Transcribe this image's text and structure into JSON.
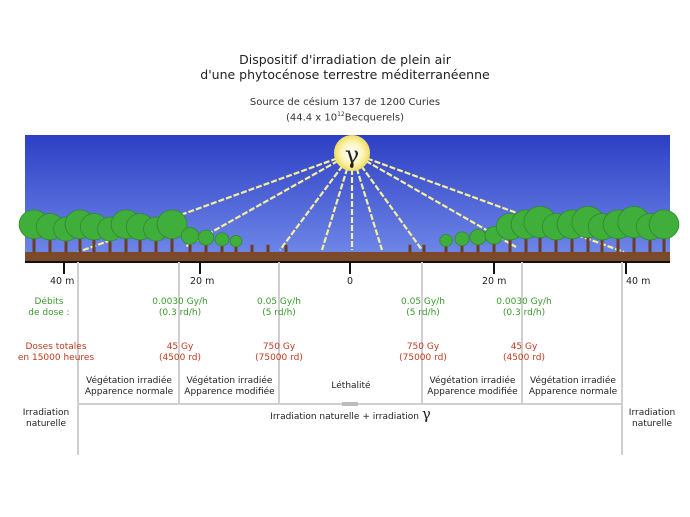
{
  "title": {
    "line1": "Dispositif d'irradiation de plein air",
    "line2": "d'une phytocénose terrestre méditerranéenne"
  },
  "source": {
    "line1": "Source de césium 137 de 1200 Curies",
    "line2_prefix": "(44.4 x 10",
    "line2_exponent": "12",
    "line2_suffix": "Becquerels)"
  },
  "gamma_symbol": "γ",
  "distance_labels": {
    "left_40": "40 m",
    "left_20": "20 m",
    "center_0": "0",
    "right_20": "20 m",
    "right_40": "40 m"
  },
  "dose_rate": {
    "label_line1": "Débits",
    "label_line2": "de dose :",
    "outer_left": {
      "line1": "0.0030 Gy/h",
      "line2": "(0.3 rd/h)"
    },
    "inner_left": {
      "line1": "0.05 Gy/h",
      "line2": "(5 rd/h)"
    },
    "inner_right": {
      "line1": "0.05 Gy/h",
      "line2": "(5 rd/h)"
    },
    "outer_right": {
      "line1": "0.0030 Gy/h",
      "line2": "(0.3 rd/h)"
    }
  },
  "total_dose": {
    "label_line1": "Doses totales",
    "label_line2": "en 15000 heures",
    "outer_left": {
      "line1": "45 Gy",
      "line2": "(4500 rd)"
    },
    "inner_left": {
      "line1": "750 Gy",
      "line2": "(75000 rd)"
    },
    "inner_right": {
      "line1": "750 Gy",
      "line2": "(75000 rd)"
    },
    "outer_right": {
      "line1": "45 Gy",
      "line2": "(4500 rd)"
    }
  },
  "zones": {
    "outer_left": {
      "line1": "Végétation irradiée",
      "line2": "Apparence normale"
    },
    "inner_left": {
      "line1": "Végétation irradiée",
      "line2": "Apparence modifiée"
    },
    "center": "Léthalité",
    "inner_right": {
      "line1": "Végétation irradiée",
      "line2": "Apparence modifiée"
    },
    "outer_right": {
      "line1": "Végétation irradiée",
      "line2": "Apparence normale"
    }
  },
  "bottom": {
    "left": {
      "line1": "Irradiation",
      "line2": "naturelle"
    },
    "center_text": "Irradiation naturelle + irradiation",
    "center_gamma": "γ",
    "right": {
      "line1": "Irradiation",
      "line2": "naturelle"
    }
  },
  "colors": {
    "sky_top": "#2d3fc4",
    "sky_bottom": "#6f88e8",
    "ground": "#7a4a2a",
    "beam": "#f5ee9a",
    "sun": "#f7f0a0",
    "tree_green": "#3fae3a",
    "trunk": "#6b3d22",
    "dose_green": "#3a9a2c",
    "dose_red": "#c0391f",
    "divider": "#cfcfcf"
  }
}
